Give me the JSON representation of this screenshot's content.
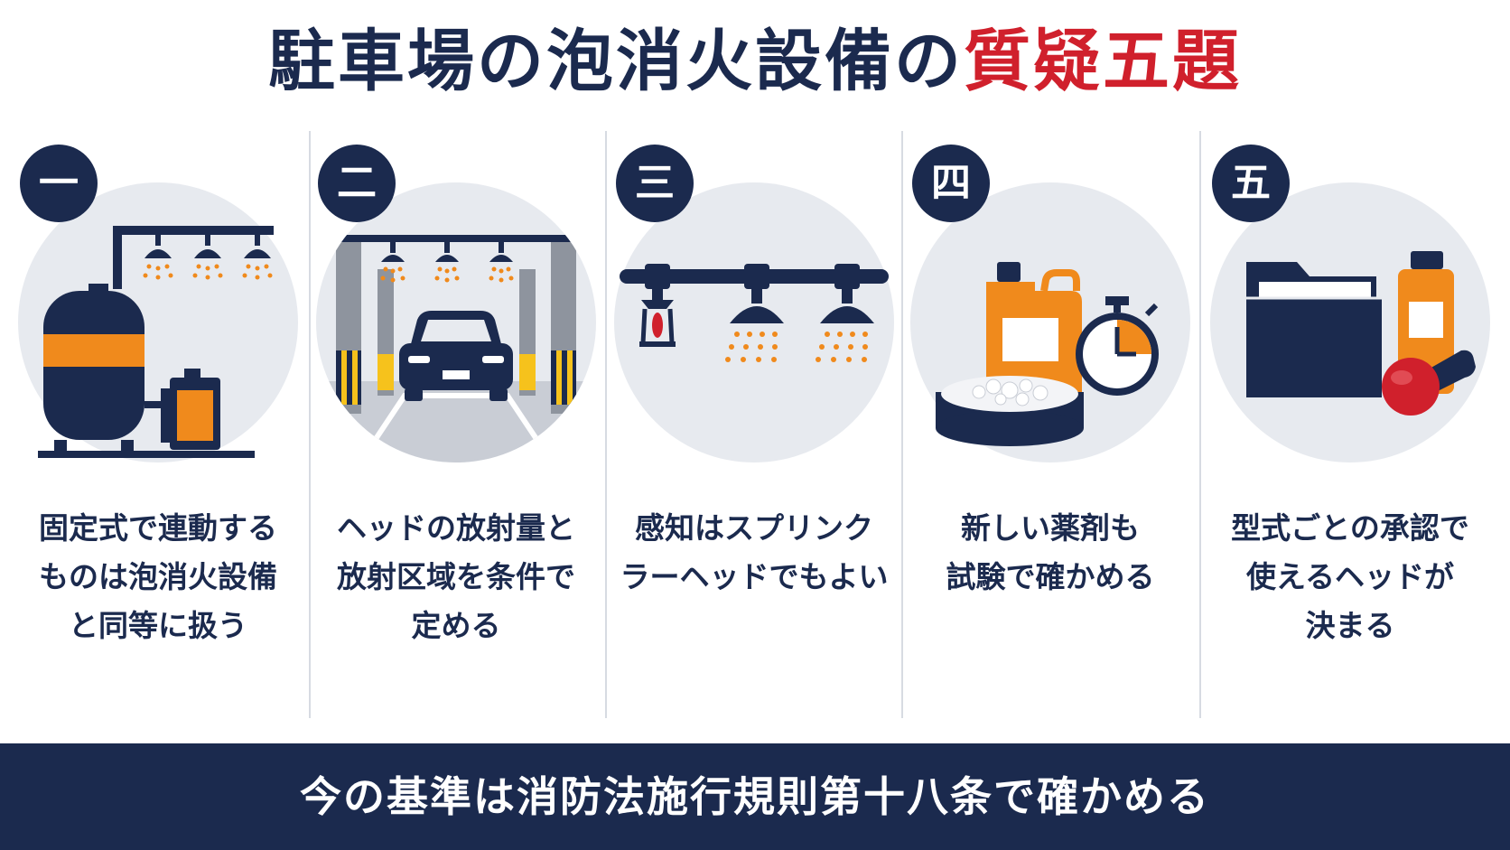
{
  "title": {
    "main": "駐車場の泡消火設備の",
    "accent": "質疑五題"
  },
  "colors": {
    "navy": "#1b2a4e",
    "orange": "#f08a1c",
    "red": "#d0202c",
    "circle_bg": "#e7eaef"
  },
  "panels": [
    {
      "badge": "一",
      "icon": "foam-tank-pump-icon",
      "lines": [
        "固定式で連動する",
        "ものは泡消火設備",
        "と同等に扱う"
      ]
    },
    {
      "badge": "二",
      "icon": "parking-garage-car-icon",
      "lines": [
        "ヘッドの放射量と",
        "放射区域を条件で",
        "定める"
      ]
    },
    {
      "badge": "三",
      "icon": "sprinkler-heads-icon",
      "lines": [
        "感知はスプリンク",
        "ラーヘッドでもよい"
      ]
    },
    {
      "badge": "四",
      "icon": "chemical-test-timer-icon",
      "lines": [
        "新しい薬剤も",
        "試験で確かめる"
      ]
    },
    {
      "badge": "五",
      "icon": "folder-approval-stamp-icon",
      "lines": [
        "型式ごとの承認で",
        "使えるヘッドが",
        "決まる"
      ]
    }
  ],
  "footer": {
    "text": "今の基準は消防法施行規則第十八条で確かめる"
  }
}
